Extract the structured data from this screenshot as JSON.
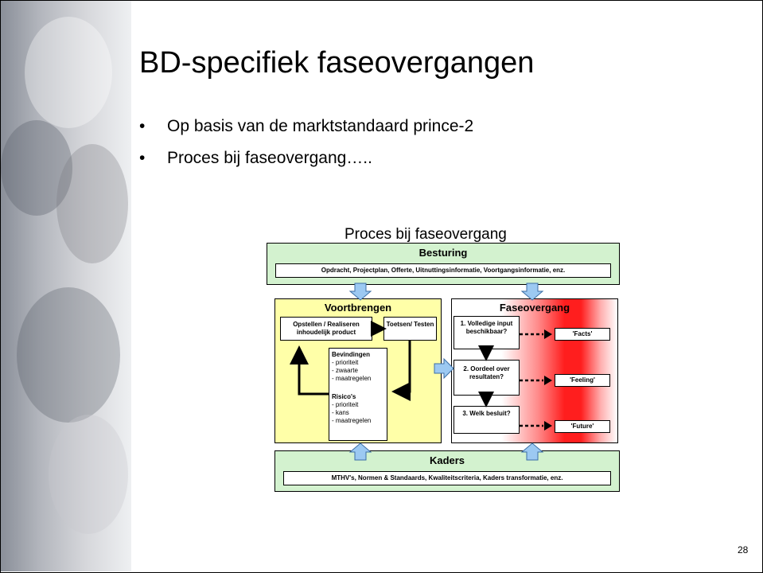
{
  "slide": {
    "title": "BD-specifiek faseovergangen",
    "bullets": [
      "Op basis van de marktstandaard prince-2",
      "Proces bij faseovergang….."
    ],
    "page_number": "28"
  },
  "diagram": {
    "title": "Proces bij faseovergang",
    "besturing": {
      "heading": "Besturing",
      "content": "Opdracht, Projectplan, Offerte, Uitnuttingsinformatie, Voortgangsinformatie, enz."
    },
    "voortbrengen": {
      "heading": "Voortbrengen",
      "step1": "Opstellen / Realiseren inhoudelijk product",
      "step2": "Toetsen/ Testen",
      "bevindingen_title": "Bevindingen",
      "bevindingen_items": [
        "- prioriteit",
        "- zwaarte",
        "- maatregelen"
      ],
      "risicos_title": "Risico's",
      "risicos_items": [
        "- prioriteit",
        "- kans",
        "- maatregelen"
      ]
    },
    "faseovergang": {
      "heading": "Faseovergang",
      "q1": "1. Volledige input beschikbaar?",
      "q2": "2. Oordeel over resultaten?",
      "q3": "3. Welk besluit?",
      "f1": "'Facts'",
      "f2": "'Feeling'",
      "f3": "'Future'"
    },
    "kaders": {
      "heading": "Kaders",
      "content": "MTHV's, Normen & Standaards, Kwaliteitscriteria, Kaders transformatie, enz."
    },
    "colors": {
      "green": "#d3f2cf",
      "yellow": "#ffffa8",
      "red": "#ff2222",
      "arrow_blue": "#9cc9f2"
    }
  }
}
